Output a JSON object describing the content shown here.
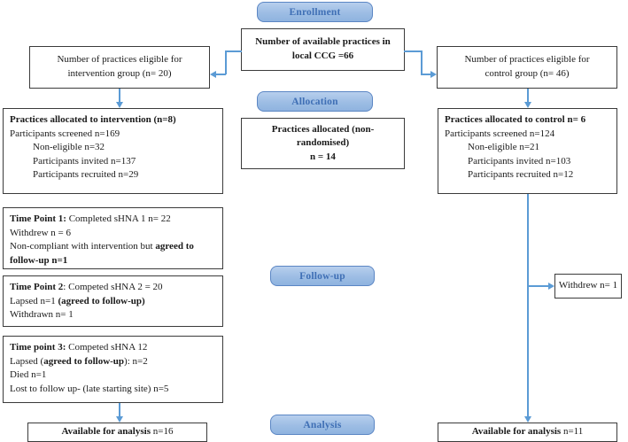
{
  "diagram": {
    "title": "CONSORT participant flow diagram",
    "colors": {
      "pill_fill": "#9dbde4",
      "pill_border": "#5b86c4",
      "pill_text": "#3f6fb5",
      "connector": "#5b9bd5",
      "box_border": "#3b3b3b",
      "box_text": "#1a1a1a",
      "background": "#ffffff"
    }
  },
  "stages": {
    "enrollment": "Enrollment",
    "allocation": "Allocation",
    "followup": "Follow-up",
    "analysis": "Analysis"
  },
  "enrollment_box": {
    "line1": "Number of available practices in",
    "line2": "local CCG =66"
  },
  "eligible_intervention": {
    "line1": "Number of practices eligible for",
    "line2": "intervention group (n= 20)"
  },
  "eligible_control": {
    "line1": "Number of practices eligible for",
    "line2": "control group (n= 46)"
  },
  "allocated_center": {
    "line1": "Practices allocated (non-",
    "line2": "randomised)",
    "line3": "n = 14"
  },
  "allocated_intervention": {
    "heading": "Practices allocated to intervention (n=8)",
    "screened": "Participants screened n=169",
    "non_eligible": "Non-eligible n=32",
    "invited": "Participants invited n=137",
    "recruited": "Participants recruited n=29"
  },
  "allocated_control": {
    "heading": "Practices allocated to control n= 6",
    "screened": "Participants screened n=124",
    "non_eligible": "Non-eligible n=21",
    "invited": "Participants invited n=103",
    "recruited": "Participants recruited n=12"
  },
  "time_point_1": {
    "label": "Time Point 1:",
    "line1_rest": " Completed sHNA 1 n= 22",
    "line2": "Withdrew n = 6",
    "line3_pre": "Non-compliant with intervention but ",
    "line3_bold": "agreed to",
    "line4_bold": "follow-up n=1"
  },
  "time_point_2": {
    "label": "Time Point 2",
    "line1_rest": ": Competed sHNA 2 = 20",
    "line2_pre": "Lapsed n=1 ",
    "line2_bold": "(agreed to follow-up)",
    "line3": "Withdrawn n= 1"
  },
  "time_point_3": {
    "label": "Time point 3:",
    "line1_rest": " Competed sHNA 12",
    "line2_pre": "Lapsed (",
    "line2_bold": "agreed to follow-up",
    "line2_post": "): n=2",
    "line3": "Died n=1",
    "line4": "Lost to follow up- (late starting site) n=5"
  },
  "control_withdrew": {
    "text": "Withdrew n= 1"
  },
  "analysis_intervention": {
    "bold": "Available for analysis",
    "rest": " n=16"
  },
  "analysis_control": {
    "bold": "Available for analysis",
    "rest": " n=11"
  }
}
